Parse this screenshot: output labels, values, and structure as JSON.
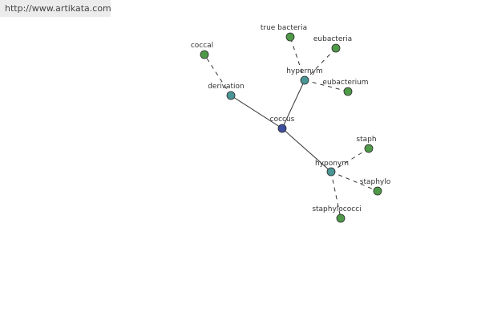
{
  "header": {
    "url": "http://www.artikata.com"
  },
  "graph": {
    "colors": {
      "root": "#3d4f9e",
      "relation": "#4a9596",
      "term": "#4f9a48",
      "edge": "#333333"
    },
    "nodes": [
      {
        "id": "coccus",
        "label": "coccus",
        "kind": "root"
      },
      {
        "id": "derivation",
        "label": "derivation",
        "kind": "relation"
      },
      {
        "id": "hypernym",
        "label": "hypernym",
        "kind": "relation"
      },
      {
        "id": "hyponym",
        "label": "hyponym",
        "kind": "relation"
      },
      {
        "id": "coccal",
        "label": "coccal",
        "kind": "term"
      },
      {
        "id": "true-bacteria",
        "label": "true bacteria",
        "kind": "term"
      },
      {
        "id": "eubacteria",
        "label": "eubacteria",
        "kind": "term"
      },
      {
        "id": "eubacterium",
        "label": "eubacterium",
        "kind": "term"
      },
      {
        "id": "staph",
        "label": "staph",
        "kind": "term"
      },
      {
        "id": "staphylo",
        "label": "staphylo",
        "kind": "term"
      },
      {
        "id": "staphylococci",
        "label": "staphylococci",
        "kind": "term"
      }
    ],
    "edges": [
      {
        "from": "coccus",
        "to": "derivation",
        "style": "solid"
      },
      {
        "from": "coccus",
        "to": "hypernym",
        "style": "solid"
      },
      {
        "from": "coccus",
        "to": "hyponym",
        "style": "solid"
      },
      {
        "from": "derivation",
        "to": "coccal",
        "style": "dashed"
      },
      {
        "from": "hypernym",
        "to": "true-bacteria",
        "style": "dashed"
      },
      {
        "from": "hypernym",
        "to": "eubacteria",
        "style": "dashed"
      },
      {
        "from": "hypernym",
        "to": "eubacterium",
        "style": "dashed"
      },
      {
        "from": "hyponym",
        "to": "staph",
        "style": "dashed"
      },
      {
        "from": "hyponym",
        "to": "staphylo",
        "style": "dashed"
      },
      {
        "from": "hyponym",
        "to": "staphylococci",
        "style": "dashed"
      }
    ]
  }
}
